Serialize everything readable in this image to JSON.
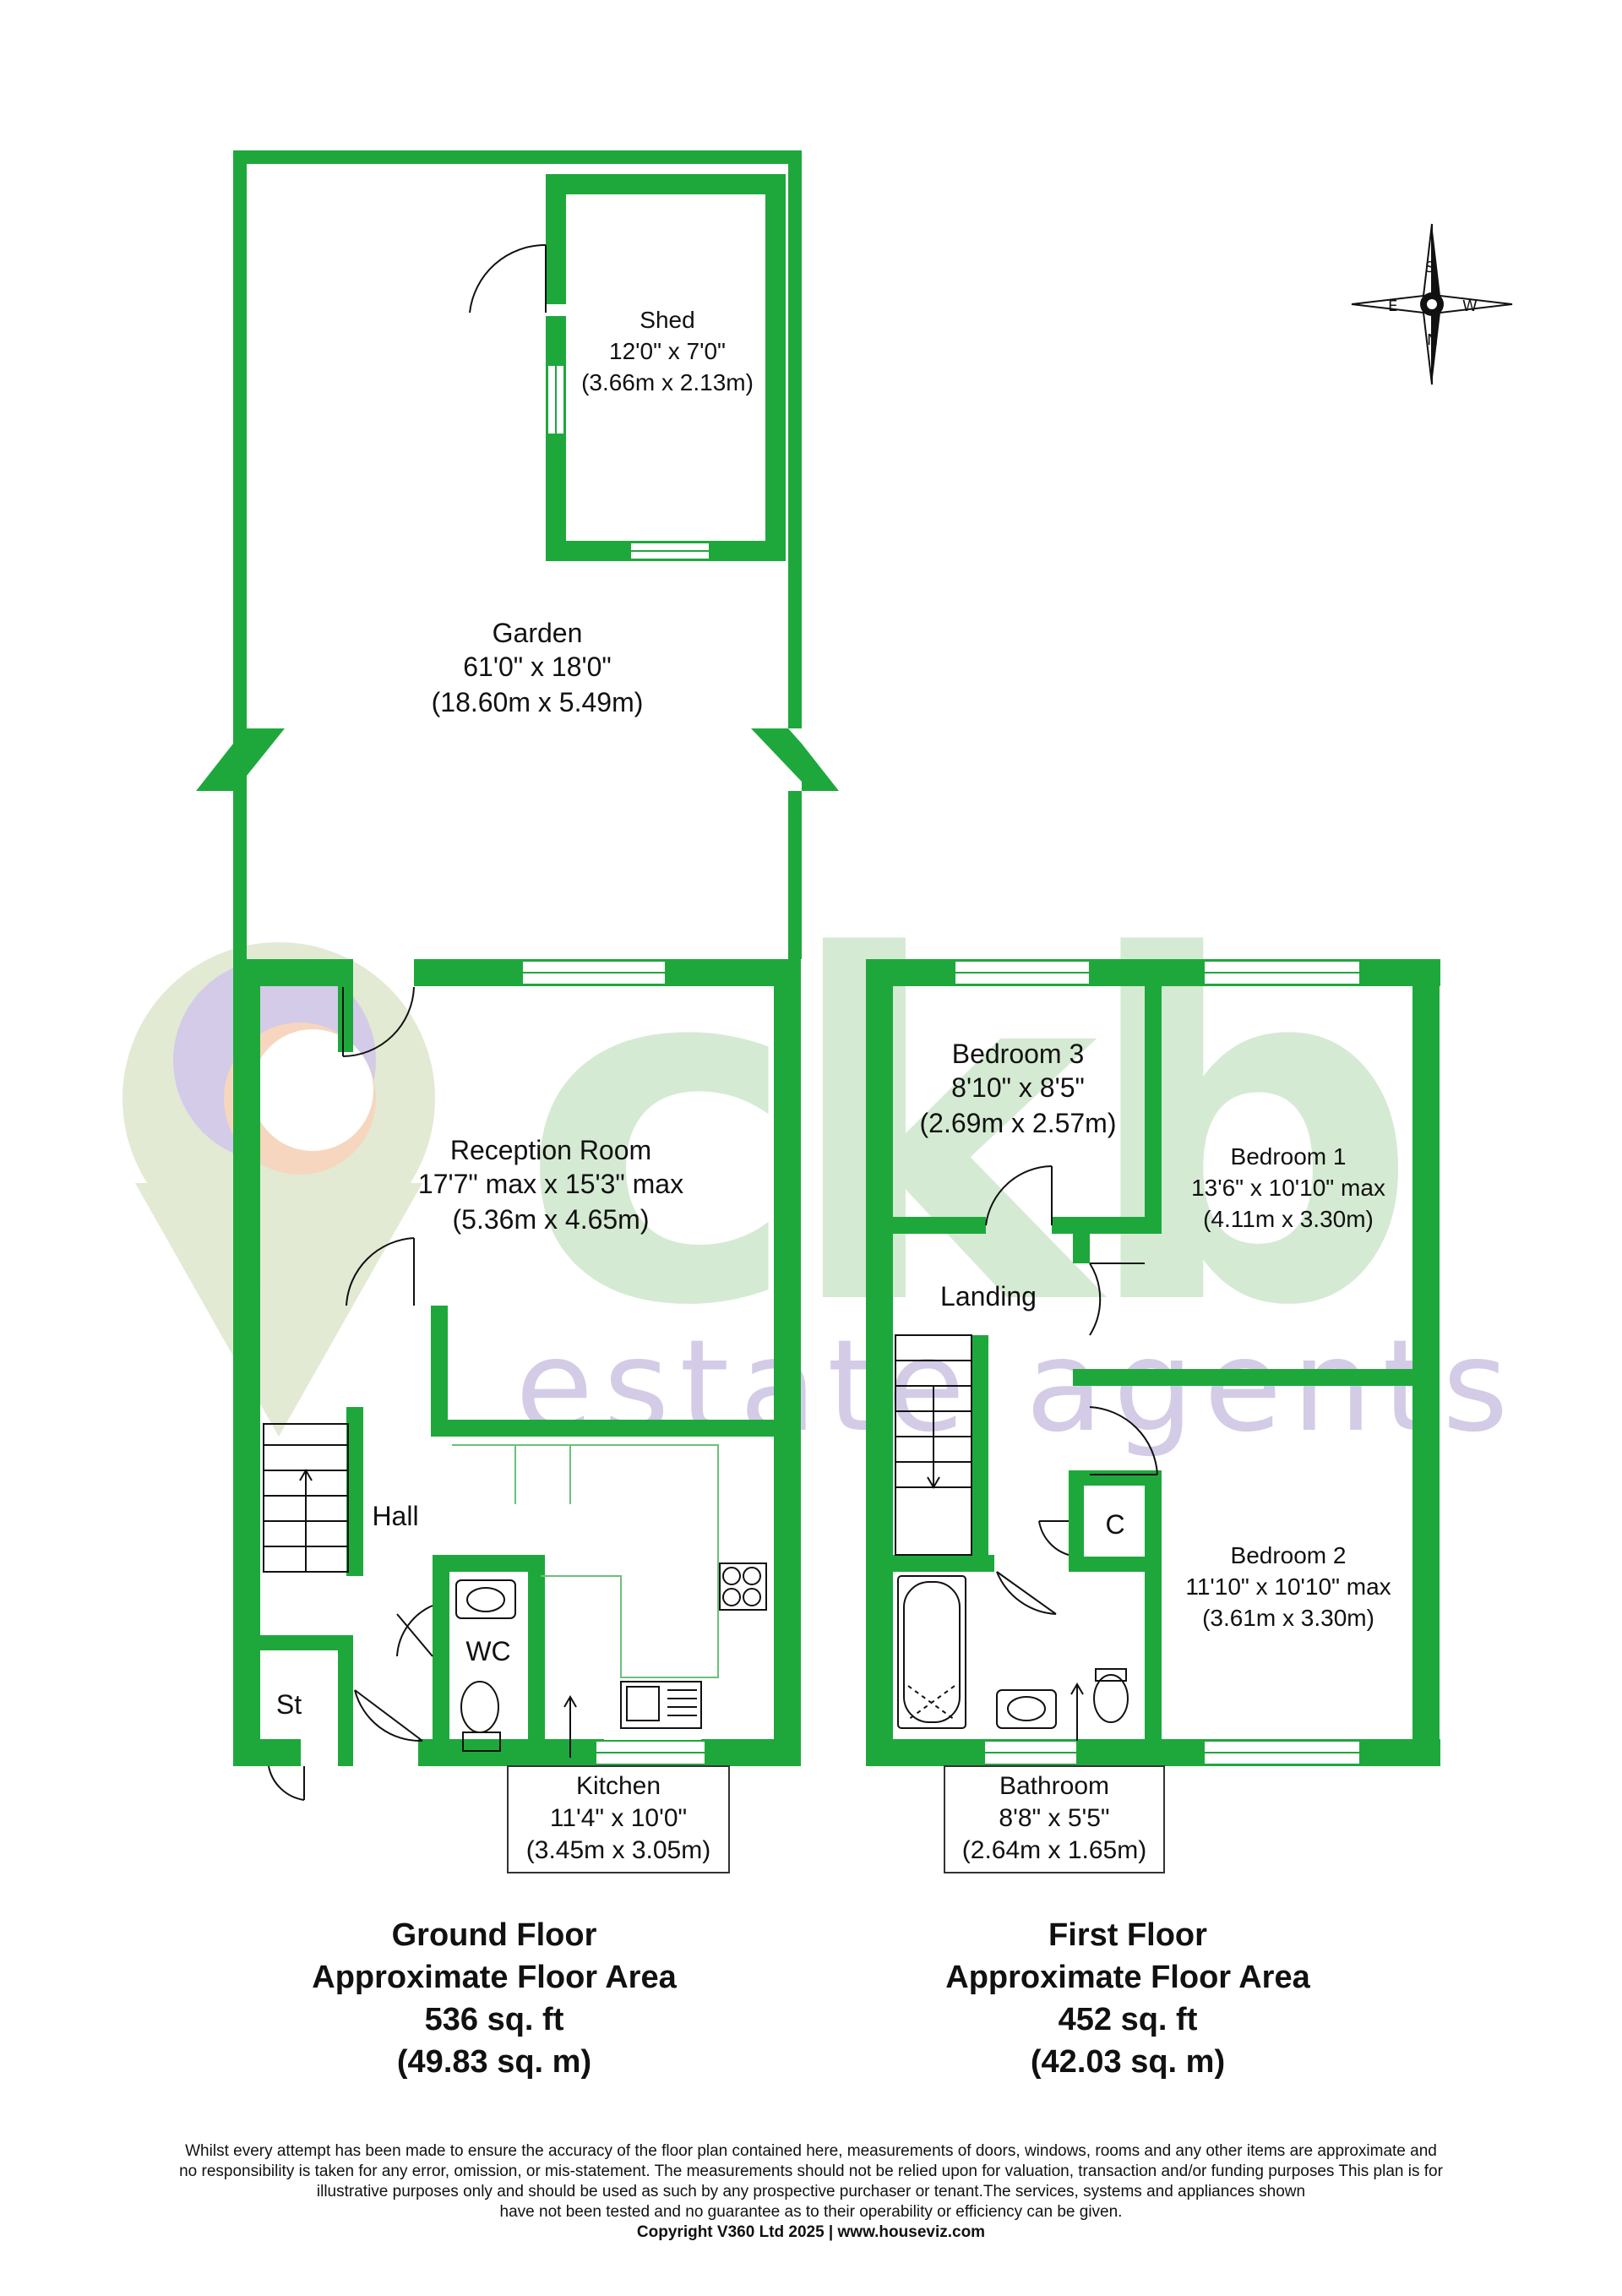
{
  "watermark": {
    "brand_letters": "ckb",
    "tagline": "estate agents",
    "brand_green": "#4caf50",
    "brand_purple": "#7b5ea7",
    "brand_orange": "#f08a3c"
  },
  "colors": {
    "wall": "#1ea83c",
    "text": "#111111"
  },
  "compass": {
    "s": "S",
    "w": "W",
    "n": "N",
    "e": "E"
  },
  "ground_floor": {
    "rooms": {
      "shed": {
        "name": "Shed",
        "imperial": "12'0\" x 7'0\"",
        "metric": "(3.66m x 2.13m)"
      },
      "garden": {
        "name": "Garden",
        "imperial": "61'0\" x 18'0\"",
        "metric": "(18.60m x 5.49m)"
      },
      "reception": {
        "name": "Reception Room",
        "imperial": "17'7\" max x 15'3\" max",
        "metric": "(5.36m x 4.65m)"
      },
      "hall": {
        "name": "Hall"
      },
      "wc": {
        "name": "WC"
      },
      "store": {
        "name": "St"
      },
      "kitchen": {
        "name": "Kitchen",
        "imperial": "11'4\" x 10'0\"",
        "metric": "(3.45m x 3.05m)"
      }
    },
    "area": {
      "title": "Ground Floor",
      "subtitle": "Approximate Floor Area",
      "sqft": "536 sq. ft",
      "sqm": "(49.83 sq. m)"
    }
  },
  "first_floor": {
    "rooms": {
      "bedroom3": {
        "name": "Bedroom 3",
        "imperial": "8'10\" x 8'5\"",
        "metric": "(2.69m x 2.57m)"
      },
      "bedroom1": {
        "name": "Bedroom 1",
        "imperial": "13'6\" x 10'10\" max",
        "metric": "(4.11m x 3.30m)"
      },
      "landing": {
        "name": "Landing"
      },
      "cupboard": {
        "name": "C"
      },
      "bedroom2": {
        "name": "Bedroom 2",
        "imperial": "11'10\" x 10'10\" max",
        "metric": "(3.61m x 3.30m)"
      },
      "bathroom": {
        "name": "Bathroom",
        "imperial": "8'8\" x 5'5\"",
        "metric": "(2.64m x 1.65m)"
      }
    },
    "area": {
      "title": "First Floor",
      "subtitle": "Approximate Floor Area",
      "sqft": "452 sq. ft",
      "sqm": "(42.03 sq. m)"
    }
  },
  "disclaimer": {
    "line1": "Whilst every attempt has been made to ensure the accuracy of the floor plan contained here, measurements of doors, windows, rooms and any other items are approximate and",
    "line2": "no responsibility is taken for any error, omission, or mis-statement.  The measurements should not be relied upon for valuation, transaction and/or funding purposes This plan is for",
    "line3": "illustrative purposes only and should be used as such by any prospective purchaser or tenant.The services, systems and appliances shown",
    "line4": "have not been tested and no guarantee as to their operability or efficiency can be given.",
    "copyright": "Copyright V360 Ltd 2025 | www.houseviz.com"
  }
}
